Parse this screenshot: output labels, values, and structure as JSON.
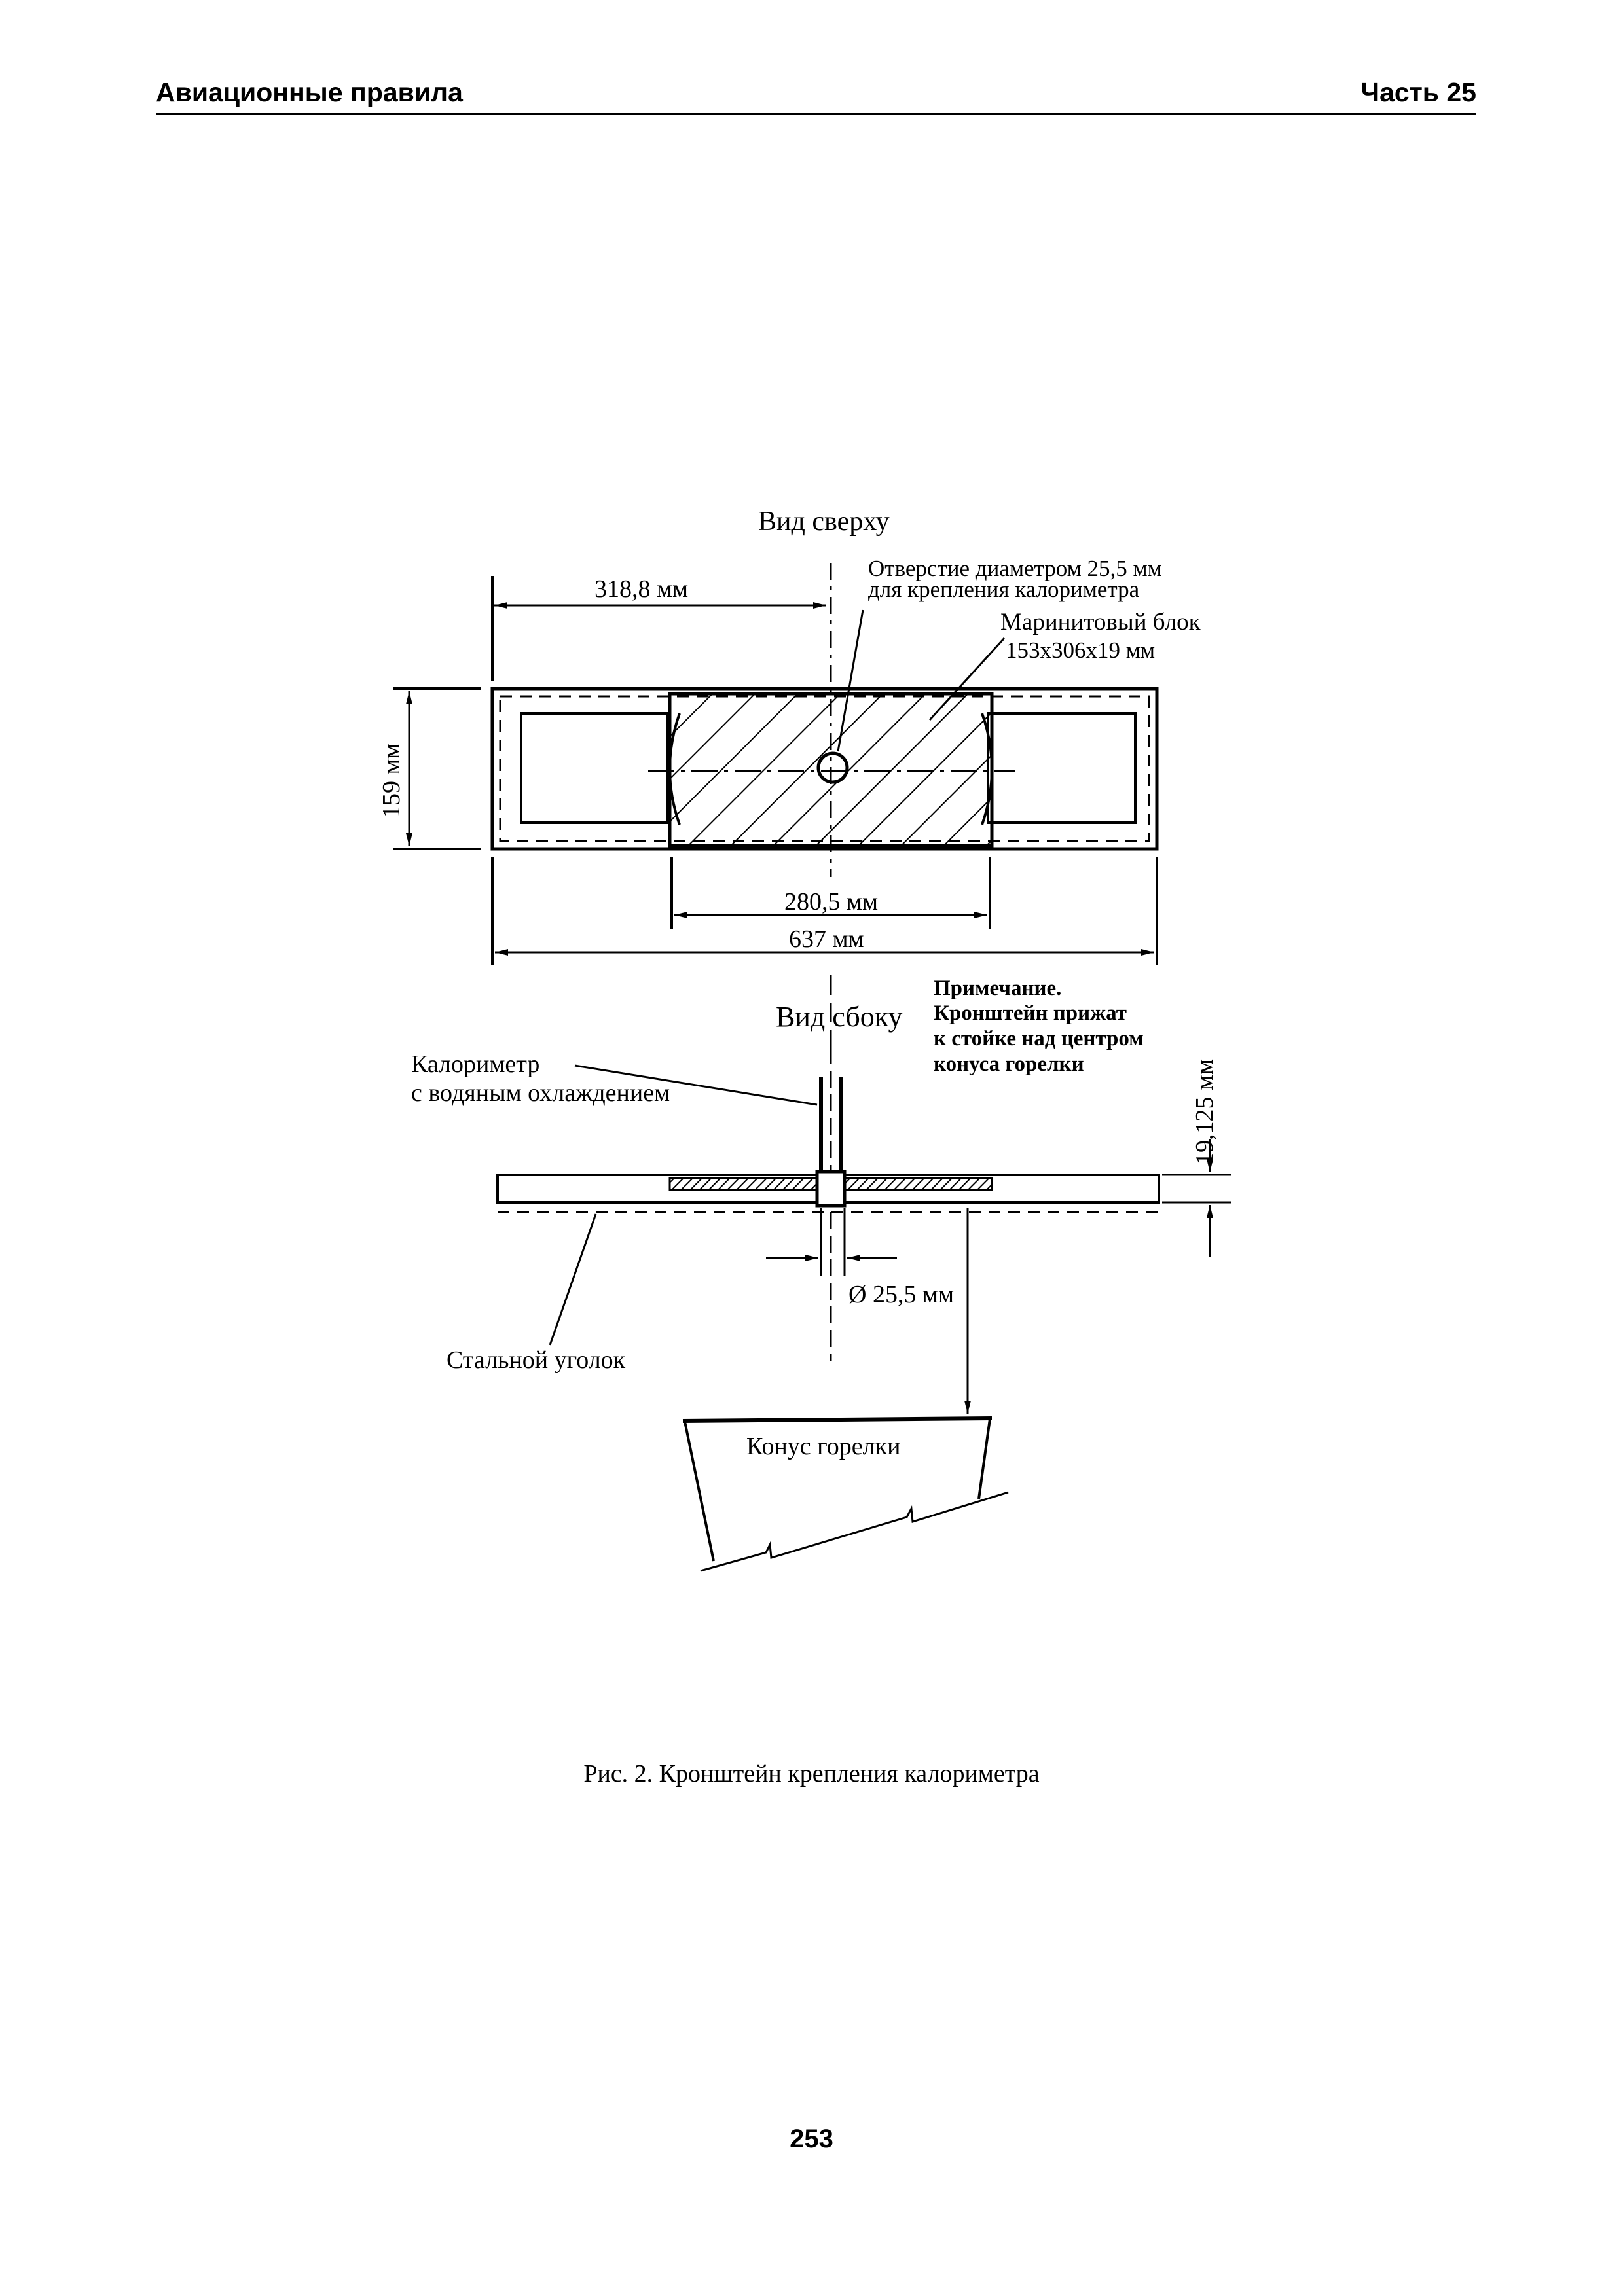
{
  "header": {
    "left": "Авиационные правила",
    "right": "Часть 25"
  },
  "figure": {
    "top_view_title": "Вид сверху",
    "dim_half_length": "318,8 мм",
    "hole_note_line1": "Отверстие диаметром 25,5 мм",
    "hole_note_line2": "для крепления калориметра",
    "block_note_line1": "Маринитовый блок",
    "block_note_line2": "153х306х19 мм",
    "dim_height": "159 мм",
    "dim_middle": "280,5 мм",
    "dim_total": "637 мм",
    "side_view_title": "Вид сбоку",
    "note_title": "Примечание.",
    "note_line1": "Кронштейн прижат",
    "note_line2": "к стойке над центром",
    "note_line3": "конуса горелки",
    "calorimeter_line1": "Калориметр",
    "calorimeter_line2": "с водяным охлаждением",
    "dim_thickness": "19,125 мм",
    "dim_diameter": "Ø 25,5 мм",
    "steel_angle": "Стальной уголок",
    "burner_cone": "Конус горелки"
  },
  "caption": "Рис. 2. Кронштейн крепления калориметра",
  "page_number": "253"
}
